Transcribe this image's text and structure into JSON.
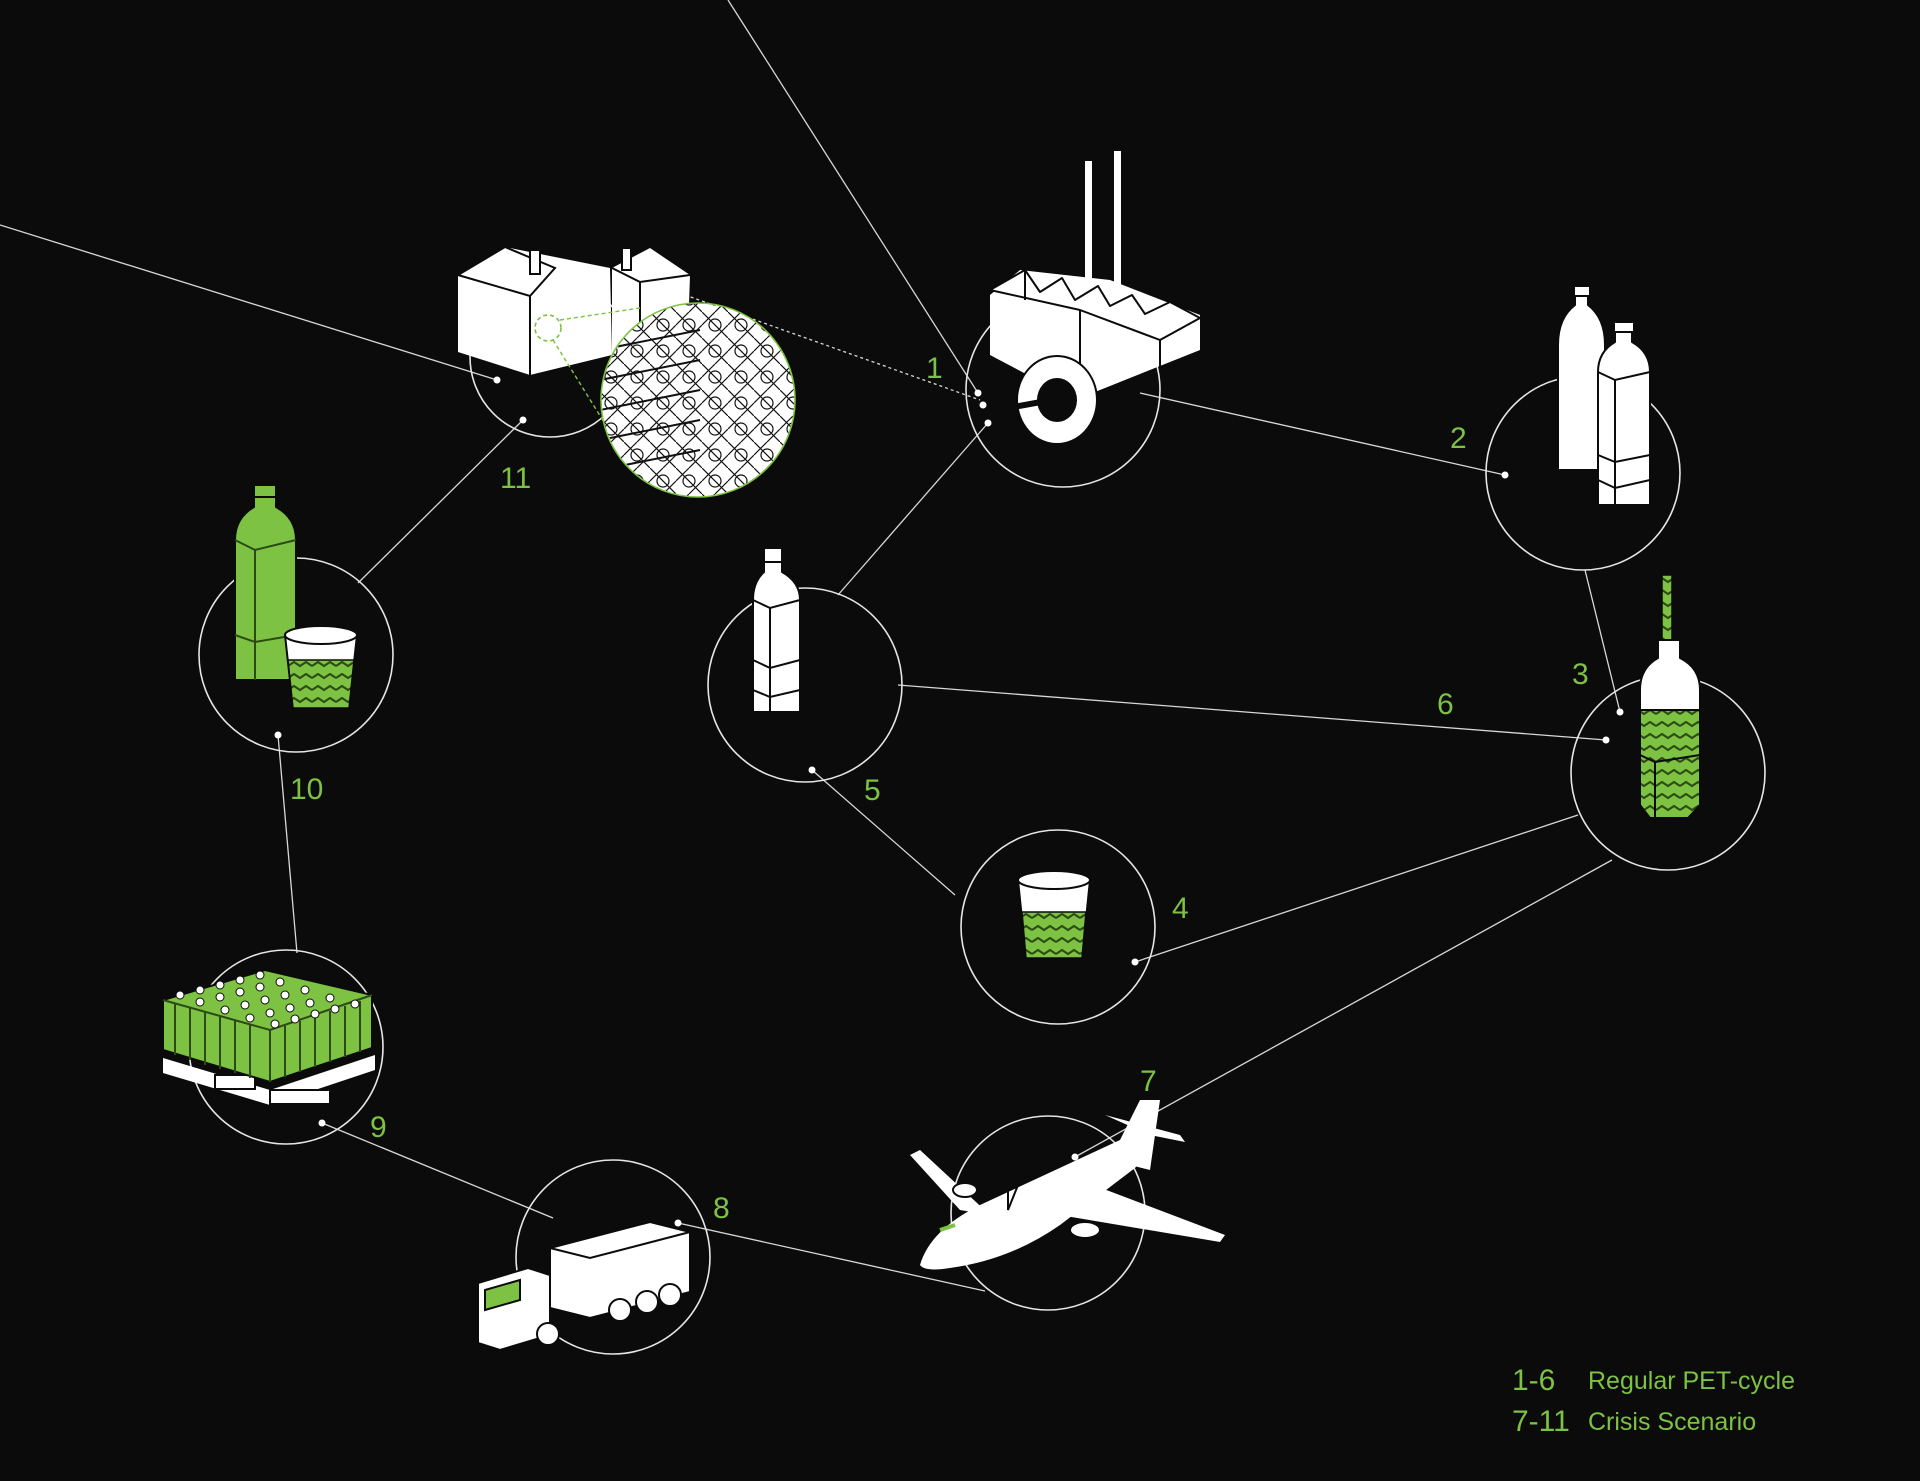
{
  "colors": {
    "background": "#0b0b0b",
    "accent_green": "#7dc242",
    "line": "#d8d8d8",
    "icon_white": "#ffffff"
  },
  "nodes": [
    {
      "id": "1",
      "label": "1",
      "icon": "factory-icon"
    },
    {
      "id": "2",
      "label": "2",
      "icon": "pet-bottles-icon"
    },
    {
      "id": "3",
      "label": "3",
      "icon": "filling-bottle-icon"
    },
    {
      "id": "4",
      "label": "4",
      "icon": "water-cup-icon"
    },
    {
      "id": "5",
      "label": "5",
      "icon": "empty-bottle-icon"
    },
    {
      "id": "6",
      "label": "6",
      "icon": "none"
    },
    {
      "id": "7",
      "label": "7",
      "icon": "airplane-icon"
    },
    {
      "id": "8",
      "label": "8",
      "icon": "truck-icon"
    },
    {
      "id": "9",
      "label": "9",
      "icon": "bottle-pallet-icon"
    },
    {
      "id": "10",
      "label": "10",
      "icon": "bottle-and-cup-icon"
    },
    {
      "id": "11",
      "label": "11",
      "icon": "bottle-house-icon"
    }
  ],
  "legend": [
    {
      "key": "1-6",
      "text": "Regular PET-cycle"
    },
    {
      "key": "7-11",
      "text": "Crisis Scenario"
    }
  ]
}
